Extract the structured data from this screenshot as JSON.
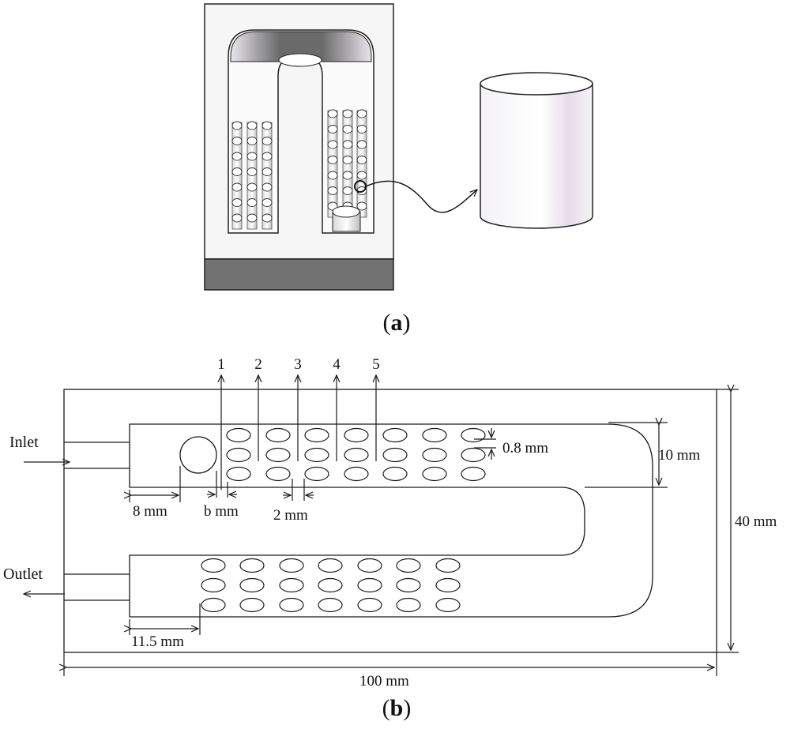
{
  "panel_a": {
    "caption_letter": "a"
  },
  "panel_b": {
    "caption_letter": "b",
    "inlet": "Inlet",
    "outlet": "Outlet",
    "probe_labels": [
      "1",
      "2",
      "3",
      "4",
      "5"
    ],
    "dim_8mm": "8 mm",
    "dim_bmm": "b mm",
    "dim_2mm": "2 mm",
    "dim_08mm": "0.8 mm",
    "dim_10mm": "10 mm",
    "dim_40mm": "40 mm",
    "dim_100mm": "100 mm",
    "dim_115mm": "11.5 mm"
  }
}
